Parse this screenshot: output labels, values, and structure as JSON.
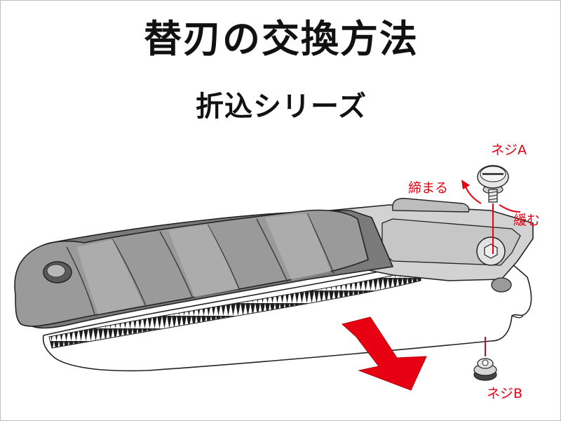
{
  "title": "替刃の交換方法",
  "subtitle": "折込シリーズ",
  "labels": {
    "screw_a": "ネジA",
    "screw_b": "ネジB",
    "tighten": "締まる",
    "loosen": "緩む"
  },
  "colors": {
    "accent": "#e60012",
    "handle": "#9a9a9a",
    "handle_dark": "#555555",
    "metal": "#d2d2d2",
    "blade": "#ffffff",
    "outline": "#222222"
  }
}
